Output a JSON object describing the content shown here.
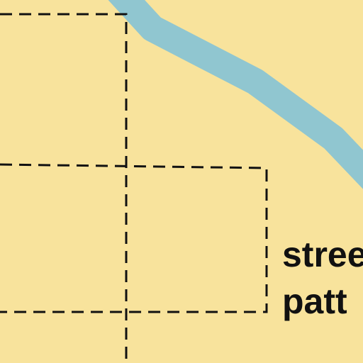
{
  "map": {
    "colors": {
      "background": "#f8e39c",
      "river": "#90c6d0",
      "street_lines": "#111111",
      "label": "#111111"
    },
    "line_style": "dashed",
    "label": {
      "line_1": "stree",
      "line_2": "patt"
    }
  }
}
